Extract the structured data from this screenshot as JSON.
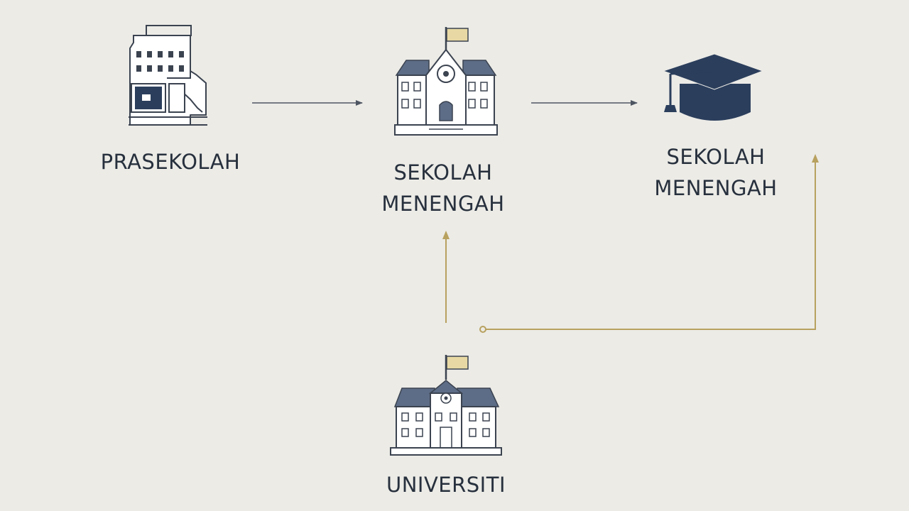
{
  "nodes": {
    "prasekolah": {
      "line1": "PRASEKOLAH"
    },
    "sekolah_menengah_1": {
      "line1": "SEKOLAH",
      "line2": "MENENGAH"
    },
    "sekolah_menengah_2": {
      "line1": "SEKOLAH",
      "line2": "MENENGAH"
    },
    "universiti": {
      "line1": "UNIVERSITI"
    }
  },
  "colors": {
    "background": "#ecebe6",
    "navy": "#2b3e5c",
    "roof": "#5d6d87",
    "outline": "#3b4350",
    "gold": "#b8a15f",
    "arrow_gray": "#4e5562",
    "flag": "#e8d9a4"
  },
  "icons": {
    "prasekolah": "apartment-building-icon",
    "sekolah_menengah_1": "school-building-icon",
    "sekolah_menengah_2": "graduation-cap-icon",
    "universiti": "university-building-icon"
  }
}
